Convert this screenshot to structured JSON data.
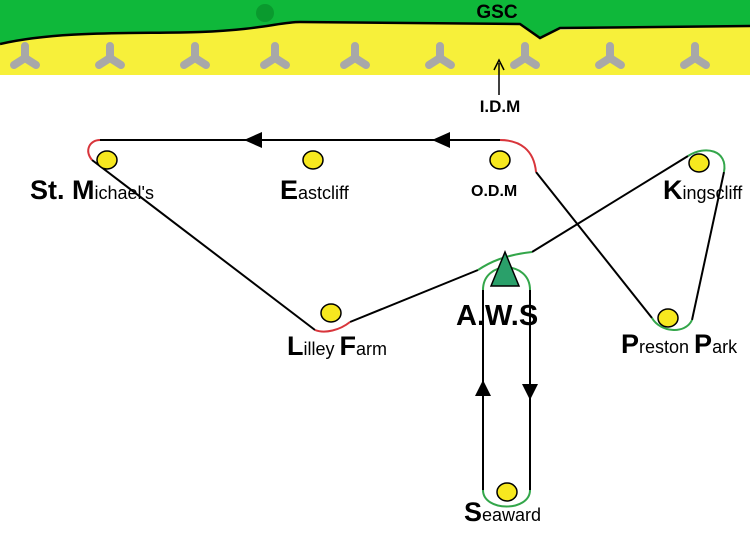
{
  "header": {
    "region_label": "GSC",
    "land_color": "#0fb83a",
    "shore_color": "#f7f03a"
  },
  "indicator": {
    "label": "I.D.M"
  },
  "colors": {
    "line": "#000000",
    "red_segment": "#d8353b",
    "green_segment": "#33a64a",
    "stop_fill": "#f7e81f",
    "marker_fill": "#2aa06a",
    "icon_gray": "#a8a8a8"
  },
  "stations": [
    {
      "id": "st-michaels",
      "first": "St. M",
      "rest": "ichael's"
    },
    {
      "id": "eastcliff",
      "first": "E",
      "rest": "astcliff"
    },
    {
      "id": "odm",
      "first": "O.D.M",
      "rest": ""
    },
    {
      "id": "kingscliff",
      "first": "K",
      "rest": "ingscliff"
    },
    {
      "id": "lilley-farm",
      "first": "L",
      "rest": "illey ",
      "first2": "F",
      "rest2": "arm"
    },
    {
      "id": "aws",
      "first": "A.W.S",
      "rest": ""
    },
    {
      "id": "preston-park",
      "first": "P",
      "rest": "reston ",
      "first2": "P",
      "rest2": "ark"
    },
    {
      "id": "seaward",
      "first": "S",
      "rest": "eaward"
    }
  ]
}
